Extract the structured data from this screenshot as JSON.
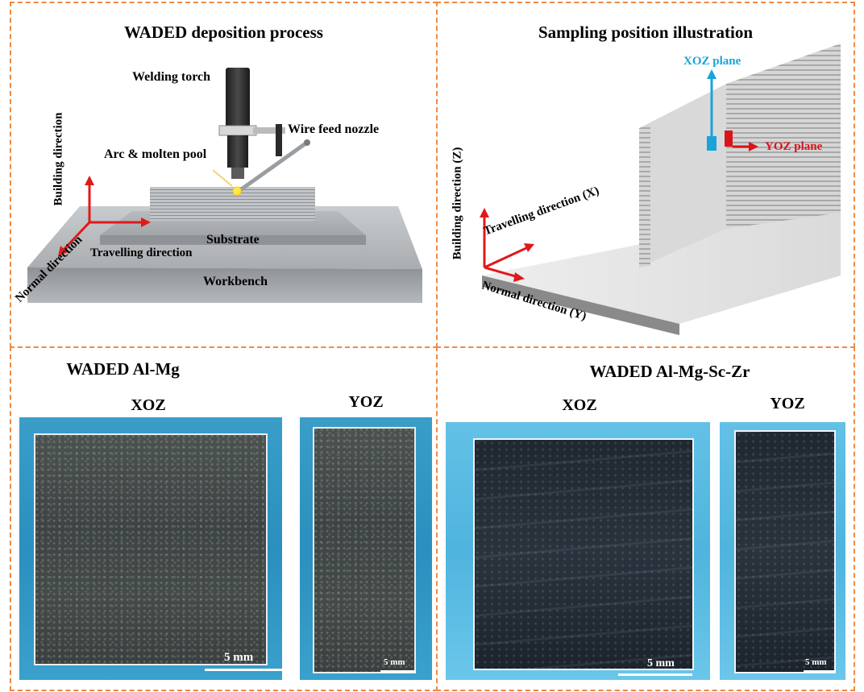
{
  "top_left": {
    "title": "WADED deposition process",
    "labels": {
      "welding_torch": "Welding torch",
      "wire_feed_nozzle": "Wire feed nozzle",
      "arc_molten_pool": "Arc & molten pool",
      "building_direction": "Building direction",
      "normal_direction": "Normal  direction",
      "travelling_direction": "Travelling direction",
      "substrate": "Substrate",
      "workbench": "Workbench"
    }
  },
  "top_right": {
    "title": "Sampling position illustration",
    "labels": {
      "xoz_plane": "XOZ plane",
      "yoz_plane": "YOZ plane",
      "building_direction": "Building direction (Z)",
      "travelling_direction": "Travelling direction (X)",
      "normal_direction": "Normal  direction (Y)"
    }
  },
  "bottom_left": {
    "title": "WADED Al-Mg",
    "xoz": "XOZ",
    "yoz": "YOZ",
    "scale_xoz": "5 mm",
    "scale_yoz": "5 mm"
  },
  "bottom_right": {
    "title": "WADED Al-Mg-Sc-Zr",
    "xoz": "XOZ",
    "yoz": "YOZ",
    "scale_xoz": "5 mm",
    "scale_yoz": "5 mm"
  },
  "colors": {
    "frame": "#ee8a45",
    "arrow_red": "#e0191b",
    "xoz_blue": "#1aa3d9",
    "yoz_red": "#d9141a"
  }
}
